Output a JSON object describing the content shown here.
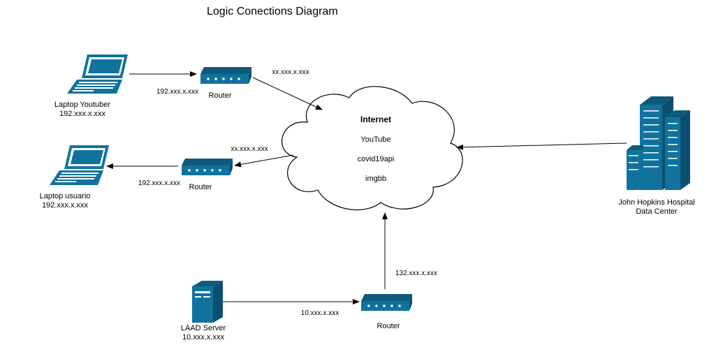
{
  "title": "Logic Conections Diagram",
  "colors": {
    "device": "#10739E",
    "line": "#000000",
    "white": "#ffffff"
  },
  "internet": {
    "label": "Internet",
    "services": [
      "YouTube",
      "covid19api",
      "imgbb"
    ]
  },
  "nodes": {
    "laptop_youtuber": {
      "name": "Laptop Youtuber",
      "ip": "192.xxx.x.xxx"
    },
    "laptop_usuario": {
      "name": "Laptop usuario",
      "ip": "192.xxx.x.xxx"
    },
    "laad_server": {
      "name": "LAAD Server",
      "ip": "10.xxx.x.xxx"
    },
    "datacenter": {
      "name_line1": "John Hopkins Hospital",
      "name_line2": "Data Center"
    },
    "router_top": {
      "name": "Router"
    },
    "router_mid": {
      "name": "Router"
    },
    "router_bottom": {
      "name": "Router"
    }
  },
  "links": {
    "youtuber_router_ip": "192.xxx.x.xxx",
    "router_top_internet_ip": "xx.xxx.x.xxx",
    "internet_router_mid_ip": "xx.xxx.x.xxx",
    "router_mid_usuario_ip": "192.xxx.x.xxx",
    "server_router_ip": "10.xxx.x.xxx",
    "router_bottom_internet_ip": "132.xxx.x.xxx"
  }
}
